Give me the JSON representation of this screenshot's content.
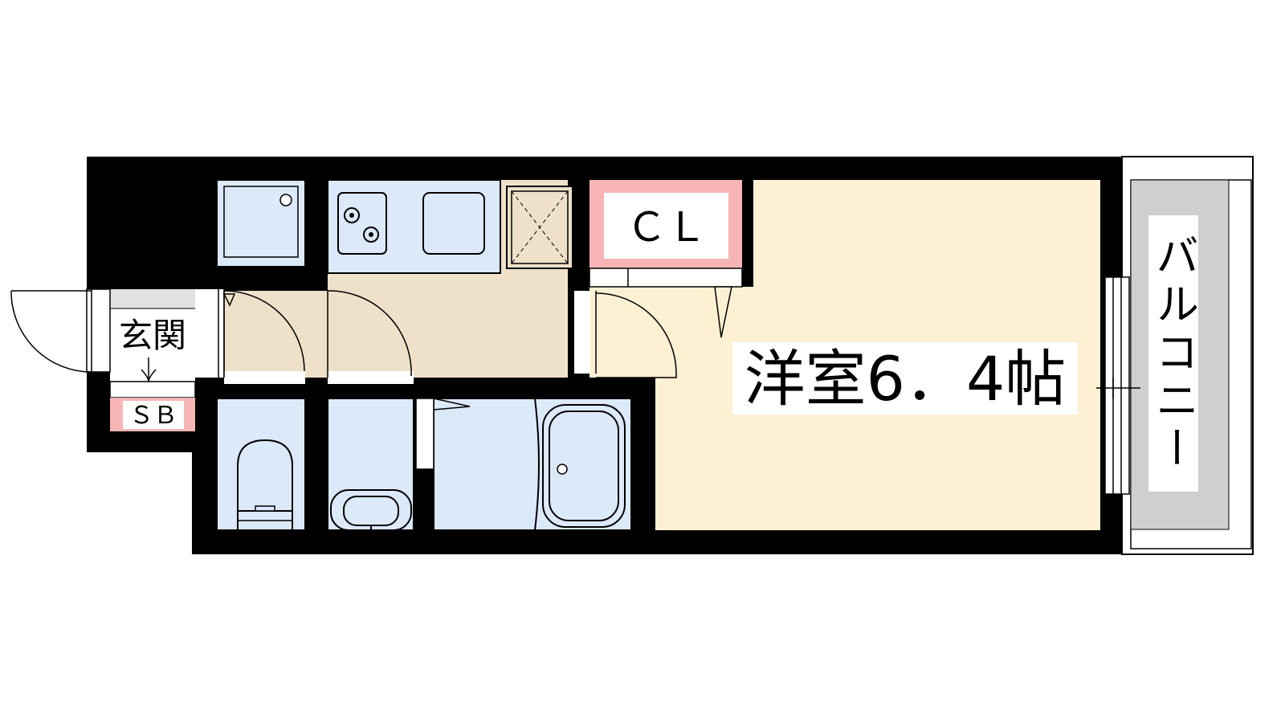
{
  "rooms": {
    "entrance": "玄関",
    "shoe_box": "ＳＢ",
    "closet": "ＣＬ",
    "western_room": "洋室6．4帖",
    "balcony": "バルコニー"
  },
  "colors": {
    "wall": "#000000",
    "western_room_floor": "#fdf0d3",
    "kitchen_floor": "#eee0c9",
    "wet_area": "#dbe9f9",
    "closet_accent": "#f8b5b5",
    "balcony_floor": "#cfcfcf",
    "storage_floor": "#e1e1e1"
  },
  "icons": [
    "toilet-icon",
    "washbasin-icon",
    "bathtub-icon",
    "stove-icon",
    "sink-icon",
    "washing-machine-icon",
    "refrigerator-space-icon"
  ]
}
